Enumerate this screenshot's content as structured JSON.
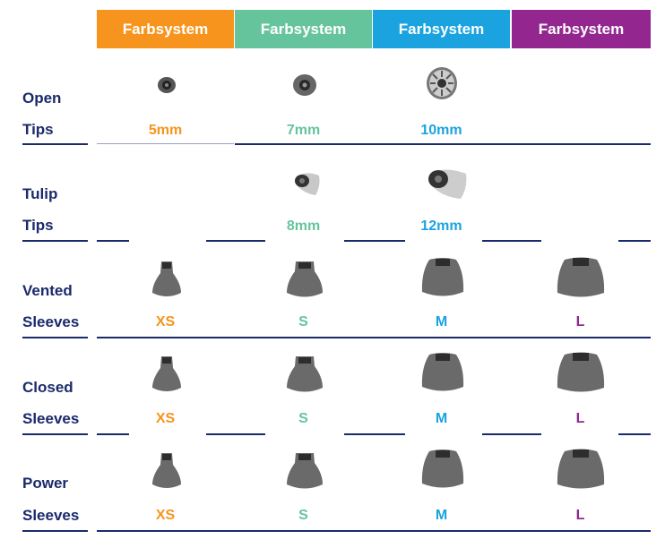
{
  "headers": [
    "Farbsystem",
    "Farbsystem",
    "Farbsystem",
    "Farbsystem"
  ],
  "colors": {
    "orange": "#f7941d",
    "green": "#66c49d",
    "blue": "#1aa3df",
    "purple": "#93278f",
    "navy": "#1b2a6b"
  },
  "rows": [
    {
      "label1": "Open",
      "label2": "Tips",
      "sizes": [
        "5mm",
        "7mm",
        "10mm",
        ""
      ]
    },
    {
      "label1": "Tulip",
      "label2": "Tips",
      "sizes": [
        "",
        "8mm",
        "12mm",
        ""
      ]
    },
    {
      "label1": "Vented",
      "label2": "Sleeves",
      "sizes": [
        "XS",
        "S",
        "M",
        "L"
      ]
    },
    {
      "label1": "Closed",
      "label2": "Sleeves",
      "sizes": [
        "XS",
        "S",
        "M",
        "L"
      ]
    },
    {
      "label1": "Power",
      "label2": "Sleeves",
      "sizes": [
        "XS",
        "S",
        "M",
        "L"
      ]
    }
  ]
}
